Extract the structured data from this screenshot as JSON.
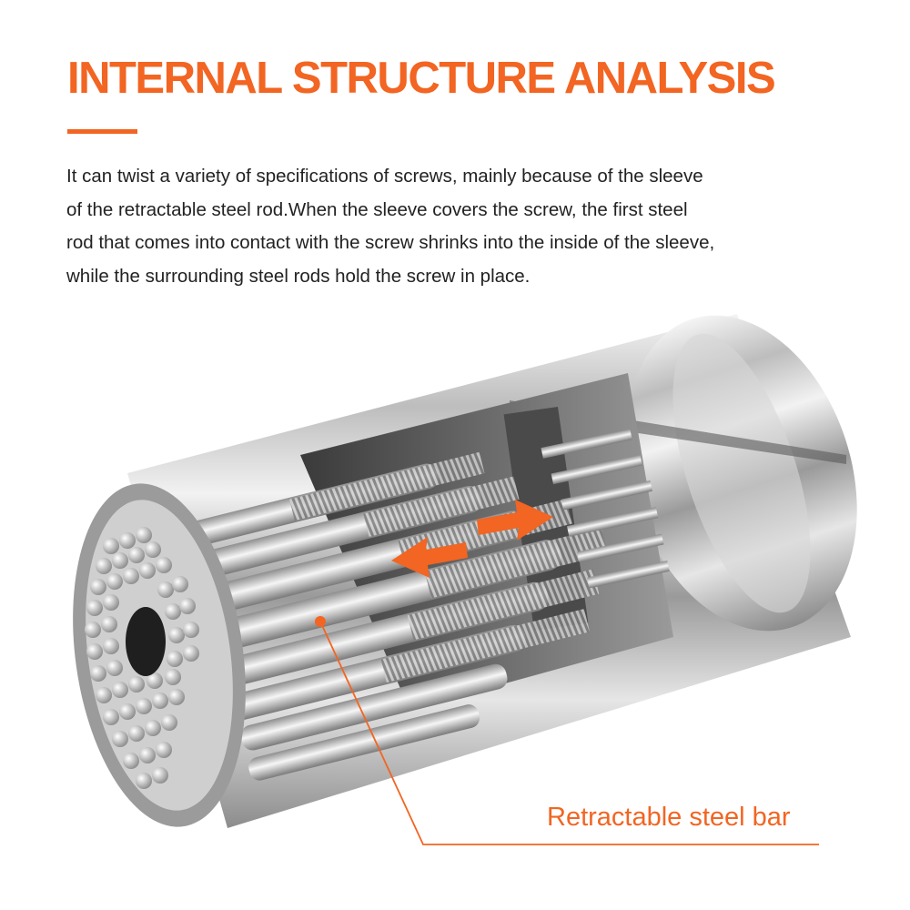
{
  "title": "INTERNAL STRUCTURE ANALYSIS",
  "description": [
    "It can twist a variety of specifications of screws, mainly because of the sleeve",
    "of the retractable steel rod.When the sleeve covers the screw, the first steel",
    "rod that comes into contact with the screw shrinks into the inside of the sleeve,",
    "while the surrounding steel rods hold the screw in place."
  ],
  "callout": {
    "label": "Retractable steel bar"
  },
  "colors": {
    "accent": "#f26522",
    "text": "#222222",
    "steel": "#c8c8c8"
  }
}
